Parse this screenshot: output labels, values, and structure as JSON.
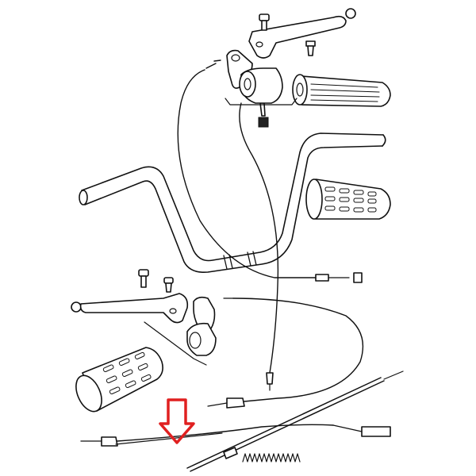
{
  "diagram": {
    "style": "exploded line drawing, black on white",
    "parts": [
      "handlebar",
      "right-lever",
      "right-lever-pivot-bolt",
      "right-lever-bracket",
      "throttle-twist-grip",
      "right-grip",
      "left-grip",
      "left-lever",
      "left-lever-pivot-bolt",
      "left-lever-bracket",
      "throttle-cable",
      "clutch-cable",
      "front-brake-cable",
      "choke-cable",
      "highlighted-cable",
      "cable-spring"
    ],
    "highlight": {
      "marker": "arrow-down",
      "target": "highlighted-cable",
      "color": "#e02020"
    }
  },
  "colors": {
    "line": "#111111",
    "background": "#ffffff",
    "highlight": "#e02020"
  }
}
